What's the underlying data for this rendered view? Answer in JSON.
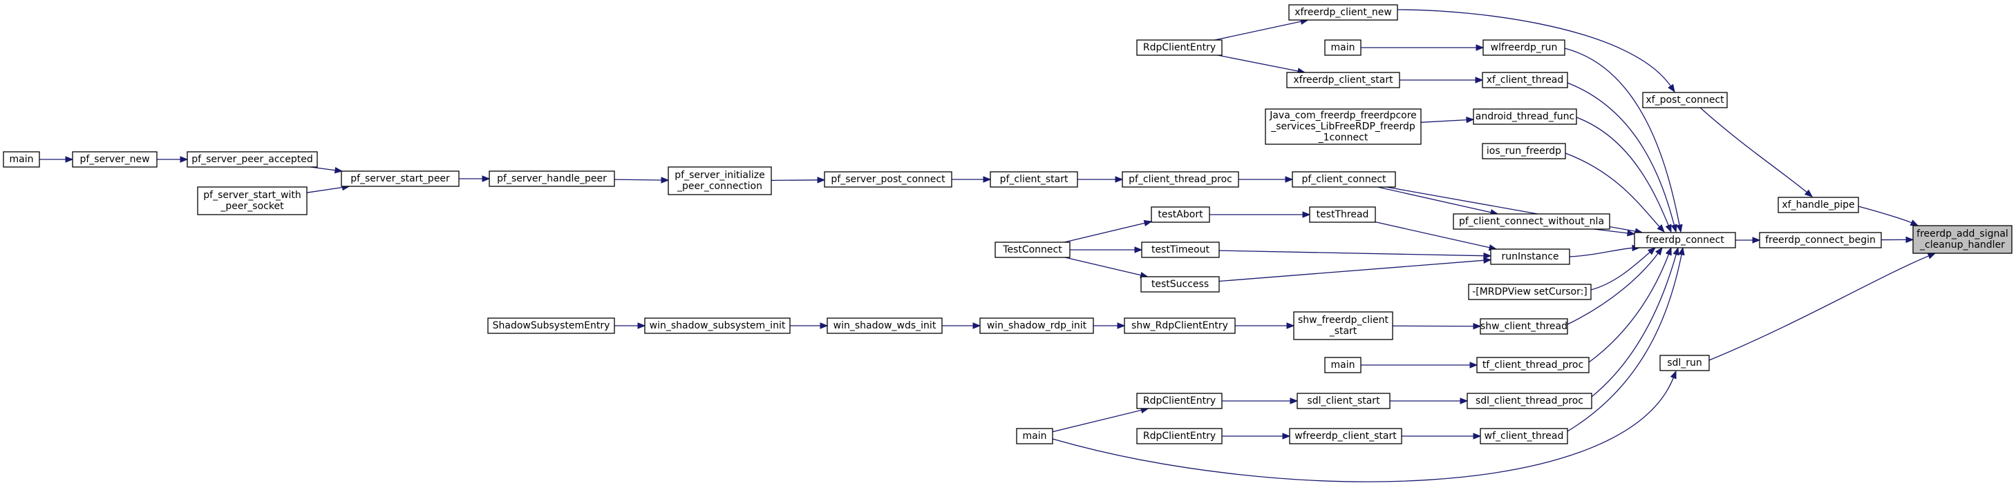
{
  "diagram": {
    "kind": "caller-graph",
    "colors": {
      "edge": "#191970",
      "node_border": "#000000",
      "node_fill": "#ffffff",
      "highlight_fill": "#bfbfbf"
    },
    "nodes": [
      {
        "id": "target",
        "lines": [
          "freerdp_add_signal",
          "_cleanup_handler"
        ],
        "highlight": true
      },
      {
        "id": "connect_begin",
        "lines": [
          "freerdp_connect_begin"
        ]
      },
      {
        "id": "sdl_run",
        "lines": [
          "sdl_run"
        ]
      },
      {
        "id": "xf_handle_pipe",
        "lines": [
          "xf_handle_pipe"
        ]
      },
      {
        "id": "freerdp_connect",
        "lines": [
          "freerdp_connect"
        ]
      },
      {
        "id": "xf_post_connect",
        "lines": [
          "xf_post_connect"
        ]
      },
      {
        "id": "xfreerdp_client_new",
        "lines": [
          "xfreerdp_client_new"
        ]
      },
      {
        "id": "rdp_entry_1",
        "lines": [
          "RdpClientEntry"
        ]
      },
      {
        "id": "main_1",
        "lines": [
          "main"
        ]
      },
      {
        "id": "wlfreerdp_run",
        "lines": [
          "wlfreerdp_run"
        ]
      },
      {
        "id": "xfreerdp_client_start",
        "lines": [
          "xfreerdp_client_start"
        ]
      },
      {
        "id": "xf_client_thread",
        "lines": [
          "xf_client_thread"
        ]
      },
      {
        "id": "java_connect",
        "lines": [
          "Java_com_freerdp_freerdpcore",
          "_services_LibFreeRDP_freerdp",
          "_1connect"
        ]
      },
      {
        "id": "android_thread_func",
        "lines": [
          "android_thread_func"
        ]
      },
      {
        "id": "ios_run_freerdp",
        "lines": [
          "ios_run_freerdp"
        ]
      },
      {
        "id": "main_2",
        "lines": [
          "main"
        ]
      },
      {
        "id": "pf_server_new",
        "lines": [
          "pf_server_new"
        ]
      },
      {
        "id": "pf_server_peer_accepted",
        "lines": [
          "pf_server_peer_accepted"
        ]
      },
      {
        "id": "pf_server_start_with",
        "lines": [
          "pf_server_start_with",
          "_peer_socket"
        ]
      },
      {
        "id": "pf_server_start_peer",
        "lines": [
          "pf_server_start_peer"
        ]
      },
      {
        "id": "pf_server_handle_peer",
        "lines": [
          "pf_server_handle_peer"
        ]
      },
      {
        "id": "pf_server_initialize",
        "lines": [
          "pf_server_initialize",
          "_peer_connection"
        ]
      },
      {
        "id": "pf_server_post_connect",
        "lines": [
          "pf_server_post_connect"
        ]
      },
      {
        "id": "pf_client_start",
        "lines": [
          "pf_client_start"
        ]
      },
      {
        "id": "pf_client_thread_proc",
        "lines": [
          "pf_client_thread_proc"
        ]
      },
      {
        "id": "pf_client_connect",
        "lines": [
          "pf_client_connect"
        ]
      },
      {
        "id": "testAbort",
        "lines": [
          "testAbort"
        ]
      },
      {
        "id": "testThread",
        "lines": [
          "testThread"
        ]
      },
      {
        "id": "pf_client_connect_without_nla",
        "lines": [
          "pf_client_connect_without_nla"
        ]
      },
      {
        "id": "TestConnect",
        "lines": [
          "TestConnect"
        ]
      },
      {
        "id": "testTimeout",
        "lines": [
          "testTimeout"
        ]
      },
      {
        "id": "runInstance",
        "lines": [
          "runInstance"
        ]
      },
      {
        "id": "testSuccess",
        "lines": [
          "testSuccess"
        ]
      },
      {
        "id": "mrdpview",
        "lines": [
          "-[MRDPView setCursor:]"
        ]
      },
      {
        "id": "ShadowSubsystemEntry",
        "lines": [
          "ShadowSubsystemEntry"
        ]
      },
      {
        "id": "win_shadow_subsystem_init",
        "lines": [
          "win_shadow_subsystem_init"
        ]
      },
      {
        "id": "win_shadow_wds_init",
        "lines": [
          "win_shadow_wds_init"
        ]
      },
      {
        "id": "win_shadow_rdp_init",
        "lines": [
          "win_shadow_rdp_init"
        ]
      },
      {
        "id": "shw_RdpClientEntry",
        "lines": [
          "shw_RdpClientEntry"
        ]
      },
      {
        "id": "shw_freerdp_client_start",
        "lines": [
          "shw_freerdp_client",
          "_start"
        ]
      },
      {
        "id": "shw_client_thread",
        "lines": [
          "shw_client_thread"
        ]
      },
      {
        "id": "main_3",
        "lines": [
          "main"
        ]
      },
      {
        "id": "tf_client_thread_proc",
        "lines": [
          "tf_client_thread_proc"
        ]
      },
      {
        "id": "rdp_entry_2",
        "lines": [
          "RdpClientEntry"
        ]
      },
      {
        "id": "sdl_client_start",
        "lines": [
          "sdl_client_start"
        ]
      },
      {
        "id": "sdl_client_thread_proc",
        "lines": [
          "sdl_client_thread_proc"
        ]
      },
      {
        "id": "main_4",
        "lines": [
          "main"
        ]
      },
      {
        "id": "rdp_entry_3",
        "lines": [
          "RdpClientEntry"
        ]
      },
      {
        "id": "wfreerdp_client_start",
        "lines": [
          "wfreerdp_client_start"
        ]
      },
      {
        "id": "wf_client_thread",
        "lines": [
          "wf_client_thread"
        ]
      }
    ],
    "edges": [
      [
        "connect_begin",
        "target"
      ],
      [
        "sdl_run",
        "target"
      ],
      [
        "xf_handle_pipe",
        "target"
      ],
      [
        "freerdp_connect",
        "connect_begin"
      ],
      [
        "xf_post_connect",
        "xf_handle_pipe"
      ],
      [
        "xfreerdp_client_new",
        "xf_post_connect"
      ],
      [
        "xf_client_thread",
        "freerdp_connect"
      ],
      [
        "rdp_entry_1",
        "xfreerdp_client_new"
      ],
      [
        "rdp_entry_1",
        "xfreerdp_client_start"
      ],
      [
        "main_1",
        "wlfreerdp_run"
      ],
      [
        "wlfreerdp_run",
        "freerdp_connect"
      ],
      [
        "xfreerdp_client_start",
        "xf_client_thread"
      ],
      [
        "java_connect",
        "android_thread_func"
      ],
      [
        "android_thread_func",
        "freerdp_connect"
      ],
      [
        "ios_run_freerdp",
        "freerdp_connect"
      ],
      [
        "main_2",
        "pf_server_new"
      ],
      [
        "pf_server_new",
        "pf_server_peer_accepted"
      ],
      [
        "pf_server_peer_accepted",
        "pf_server_start_peer"
      ],
      [
        "pf_server_start_with",
        "pf_server_start_peer"
      ],
      [
        "pf_server_start_peer",
        "pf_server_handle_peer"
      ],
      [
        "pf_server_handle_peer",
        "pf_server_initialize"
      ],
      [
        "pf_server_initialize",
        "pf_server_post_connect"
      ],
      [
        "pf_server_post_connect",
        "pf_client_start"
      ],
      [
        "pf_client_start",
        "pf_client_thread_proc"
      ],
      [
        "pf_client_thread_proc",
        "pf_client_connect"
      ],
      [
        "pf_client_connect",
        "freerdp_connect"
      ],
      [
        "pf_client_connect",
        "pf_client_connect_without_nla"
      ],
      [
        "pf_client_connect_without_nla",
        "freerdp_connect"
      ],
      [
        "TestConnect",
        "testAbort"
      ],
      [
        "TestConnect",
        "testTimeout"
      ],
      [
        "TestConnect",
        "testSuccess"
      ],
      [
        "testAbort",
        "testThread"
      ],
      [
        "testThread",
        "runInstance"
      ],
      [
        "testTimeout",
        "runInstance"
      ],
      [
        "testSuccess",
        "runInstance"
      ],
      [
        "runInstance",
        "freerdp_connect"
      ],
      [
        "mrdpview",
        "freerdp_connect"
      ],
      [
        "ShadowSubsystemEntry",
        "win_shadow_subsystem_init"
      ],
      [
        "win_shadow_subsystem_init",
        "win_shadow_wds_init"
      ],
      [
        "win_shadow_wds_init",
        "win_shadow_rdp_init"
      ],
      [
        "win_shadow_rdp_init",
        "shw_RdpClientEntry"
      ],
      [
        "shw_RdpClientEntry",
        "shw_freerdp_client_start"
      ],
      [
        "shw_freerdp_client_start",
        "shw_client_thread"
      ],
      [
        "shw_client_thread",
        "freerdp_connect"
      ],
      [
        "main_3",
        "tf_client_thread_proc"
      ],
      [
        "tf_client_thread_proc",
        "freerdp_connect"
      ],
      [
        "rdp_entry_2",
        "sdl_client_start"
      ],
      [
        "sdl_client_start",
        "sdl_client_thread_proc"
      ],
      [
        "sdl_client_thread_proc",
        "freerdp_connect"
      ],
      [
        "main_4",
        "rdp_entry_2"
      ],
      [
        "main_4",
        "sdl_run"
      ],
      [
        "rdp_entry_3",
        "wfreerdp_client_start"
      ],
      [
        "wfreerdp_client_start",
        "wf_client_thread"
      ],
      [
        "wf_client_thread",
        "freerdp_connect"
      ]
    ]
  }
}
